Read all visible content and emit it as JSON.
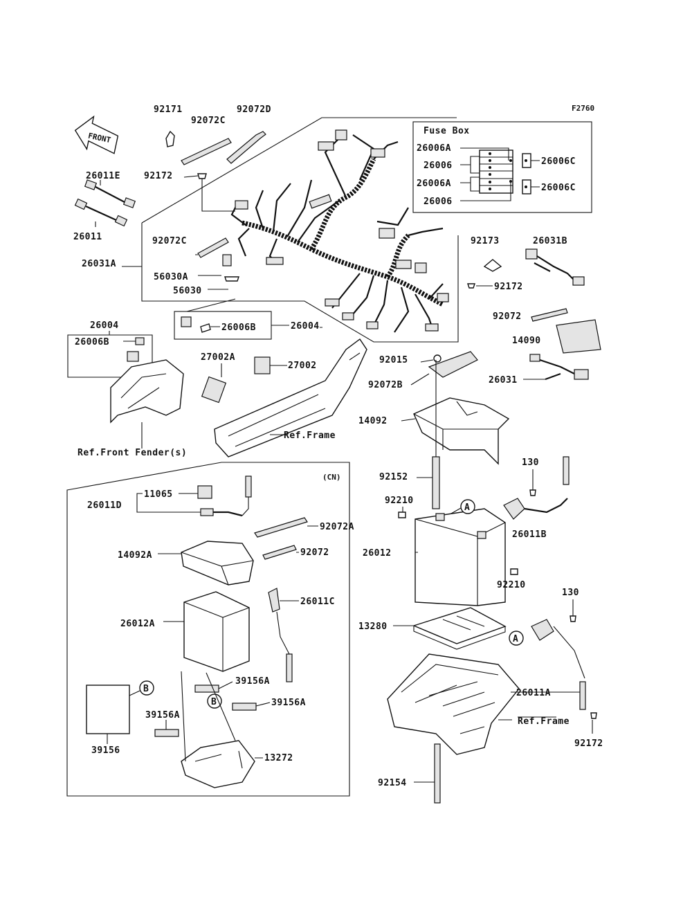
{
  "figure": {
    "code": "F2760",
    "front_mark": "FRONT",
    "fuse_box_title": "Fuse Box",
    "cn_region": "(CN)"
  },
  "callouts": {
    "A": "A",
    "B": "B"
  },
  "labels": [
    {
      "id": "92171",
      "text": "92171"
    },
    {
      "id": "92072C_top",
      "text": "92072C"
    },
    {
      "id": "92072D",
      "text": "92072D"
    },
    {
      "id": "92172_top",
      "text": "92172"
    },
    {
      "id": "26011E",
      "text": "26011E"
    },
    {
      "id": "26011",
      "text": "26011"
    },
    {
      "id": "92072C_mid",
      "text": "92072C"
    },
    {
      "id": "26031A",
      "text": "26031A"
    },
    {
      "id": "56030A",
      "text": "56030A"
    },
    {
      "id": "56030",
      "text": "56030"
    },
    {
      "id": "26006A_1",
      "text": "26006A"
    },
    {
      "id": "26006_1",
      "text": "26006"
    },
    {
      "id": "26006A_2",
      "text": "26006A"
    },
    {
      "id": "26006_2",
      "text": "26006"
    },
    {
      "id": "26006C_1",
      "text": "26006C"
    },
    {
      "id": "26006C_2",
      "text": "26006C"
    },
    {
      "id": "92173",
      "text": "92173"
    },
    {
      "id": "26031B",
      "text": "26031B"
    },
    {
      "id": "92172_right",
      "text": "92172"
    },
    {
      "id": "26006B_mid",
      "text": "26006B"
    },
    {
      "id": "26004_mid",
      "text": "26004"
    },
    {
      "id": "26004_left",
      "text": "26004"
    },
    {
      "id": "26006B_left",
      "text": "26006B"
    },
    {
      "id": "92072_right",
      "text": "92072"
    },
    {
      "id": "14090",
      "text": "14090"
    },
    {
      "id": "27002A",
      "text": "27002A"
    },
    {
      "id": "27002",
      "text": "27002"
    },
    {
      "id": "92015",
      "text": "92015"
    },
    {
      "id": "92072B",
      "text": "92072B"
    },
    {
      "id": "26031",
      "text": "26031"
    },
    {
      "id": "14092",
      "text": "14092"
    },
    {
      "id": "ref_frame_1",
      "text": "Ref.Frame"
    },
    {
      "id": "ref_front_fender",
      "text": "Ref.Front Fender(s)"
    },
    {
      "id": "130_1",
      "text": "130"
    },
    {
      "id": "92152",
      "text": "92152"
    },
    {
      "id": "92210_1",
      "text": "92210"
    },
    {
      "id": "26011B",
      "text": "26011B"
    },
    {
      "id": "26012",
      "text": "26012"
    },
    {
      "id": "92210_2",
      "text": "92210"
    },
    {
      "id": "130_2",
      "text": "130"
    },
    {
      "id": "13280",
      "text": "13280"
    },
    {
      "id": "26011A",
      "text": "26011A"
    },
    {
      "id": "ref_frame_2",
      "text": "Ref.Frame"
    },
    {
      "id": "92172_bottom",
      "text": "92172"
    },
    {
      "id": "92154",
      "text": "92154"
    },
    {
      "id": "11065",
      "text": "11065"
    },
    {
      "id": "26011D",
      "text": "26011D"
    },
    {
      "id": "92072A",
      "text": "92072A"
    },
    {
      "id": "92072_cn",
      "text": "92072"
    },
    {
      "id": "14092A",
      "text": "14092A"
    },
    {
      "id": "26011C",
      "text": "26011C"
    },
    {
      "id": "26012A",
      "text": "26012A"
    },
    {
      "id": "39156A_1",
      "text": "39156A"
    },
    {
      "id": "39156A_2",
      "text": "39156A"
    },
    {
      "id": "39156A_3",
      "text": "39156A"
    },
    {
      "id": "39156",
      "text": "39156"
    },
    {
      "id": "13272",
      "text": "13272"
    }
  ]
}
